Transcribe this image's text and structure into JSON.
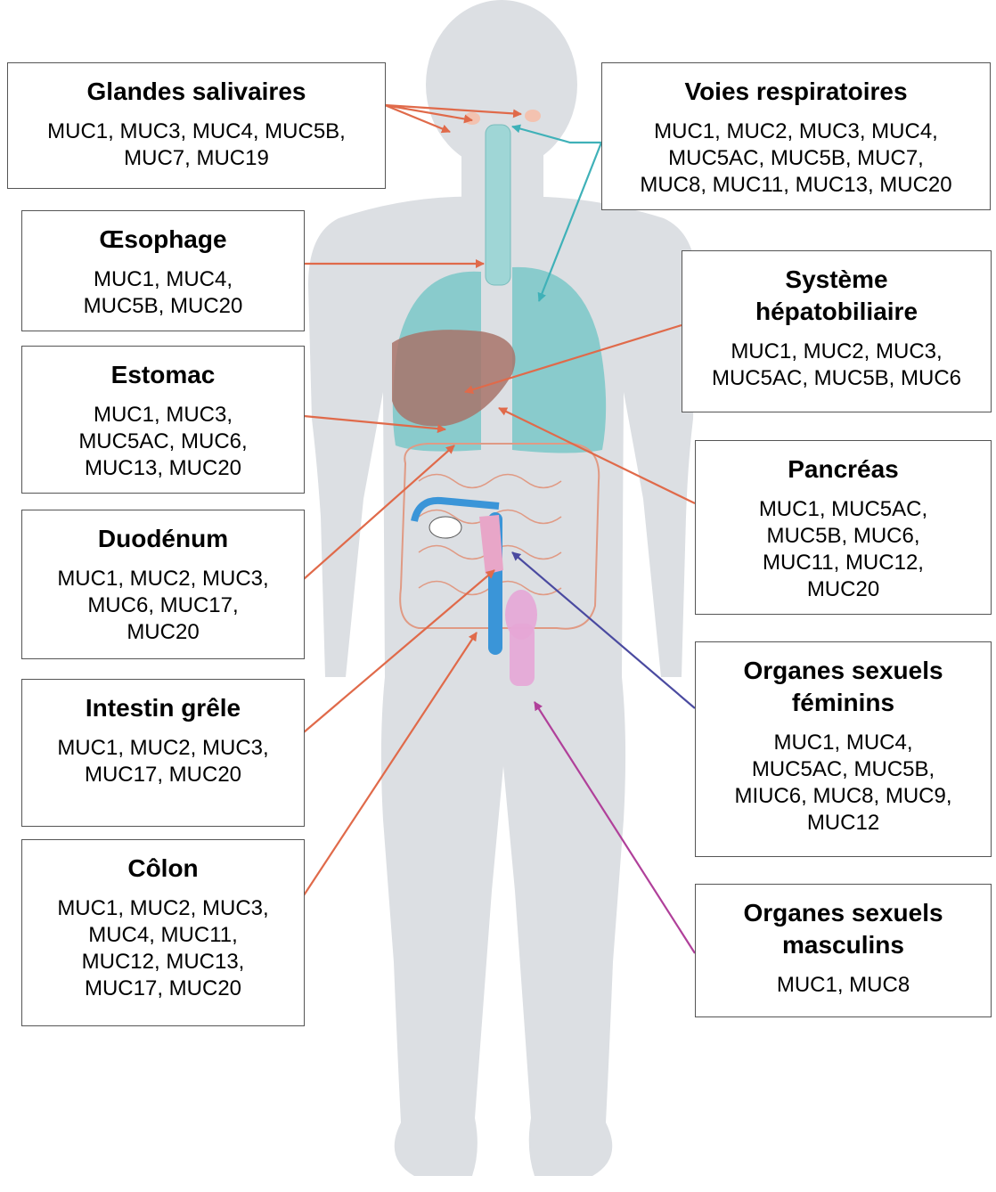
{
  "colors": {
    "body_silhouette": "#dcdfe3",
    "lungs": "#7fc9c9",
    "liver": "#a8746a",
    "trachea": "#9fd6d6",
    "intestine_outline": "#e09a84",
    "colon_blue": "#3a95d8",
    "stomach_pink": "#e8a6c8",
    "female_pink": "#e6a6d6",
    "arrow_orange": "#e06a4a",
    "arrow_teal": "#3fb1b8",
    "arrow_blue": "#4a4aa0",
    "arrow_magenta": "#b0409a"
  },
  "labels": {
    "salivary": {
      "title": "Glandes salivaires",
      "genes": "MUC1, MUC3, MUC4, MUC5B,\nMUC7, MUC19"
    },
    "respiratory": {
      "title": "Voies respiratoires",
      "genes": "MUC1, MUC2, MUC3, MUC4,\nMUC5AC, MUC5B, MUC7,\nMUC8, MUC11, MUC13, MUC20"
    },
    "esophagus": {
      "title": "Œsophage",
      "genes": "MUC1, MUC4,\nMUC5B, MUC20"
    },
    "hepatobiliary": {
      "title": "Système\nhépatobiliaire",
      "genes": "MUC1, MUC2, MUC3,\nMUC5AC, MUC5B, MUC6"
    },
    "stomach": {
      "title": "Estomac",
      "genes": "MUC1, MUC3,\nMUC5AC, MUC6,\nMUC13,  MUC20"
    },
    "pancreas": {
      "title": "Pancréas",
      "genes": "MUC1, MUC5AC,\nMUC5B, MUC6,\nMUC11, MUC12,\nMUC20"
    },
    "duodenum": {
      "title": "Duodénum",
      "genes": "MUC1, MUC2, MUC3,\nMUC6, MUC17,\nMUC20"
    },
    "female": {
      "title": "Organes sexuels\nféminins",
      "genes": "MUC1, MUC4,\nMUC5AC, MUC5B,\nMIUC6, MUC8, MUC9,\nMUC12"
    },
    "small_intestine": {
      "title": "Intestin grêle",
      "genes": "MUC1, MUC2, MUC3,\nMUC17, MUC20"
    },
    "colon": {
      "title": "Côlon",
      "genes": "MUC1, MUC2, MUC3,\nMUC4, MUC11,\nMUC12, MUC13,\nMUC17, MUC20"
    },
    "male": {
      "title": "Organes sexuels\nmasculins",
      "genes": "MUC1, MUC8"
    }
  }
}
